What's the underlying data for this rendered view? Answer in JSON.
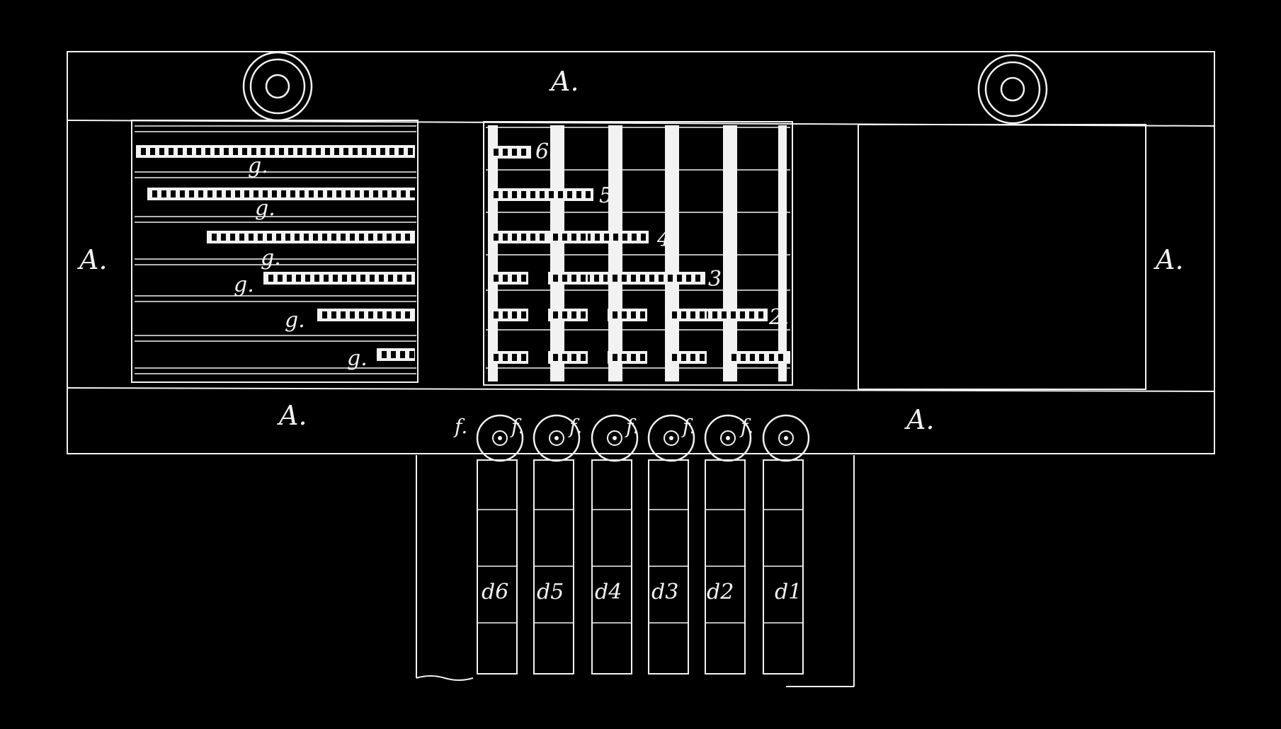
{
  "colors": {
    "background": "#000000",
    "line": "#f2f2f2"
  },
  "labels": {
    "frame": "A.",
    "roller": "f.",
    "guide": "g.",
    "combs": [
      "6",
      "5.",
      "4.",
      "3",
      "2."
    ],
    "strips": [
      "d6",
      "d5",
      "d4",
      "d3",
      "d2",
      "d1"
    ]
  }
}
